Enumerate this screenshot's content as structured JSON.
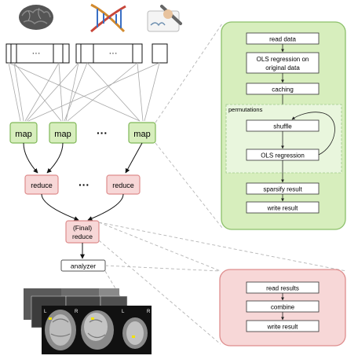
{
  "left": {
    "block_dots_1": "···",
    "block_dots_2": "···",
    "map_label": "map",
    "map_dots": "···",
    "reduce_label": "reduce",
    "reduce_dots": "···",
    "final_reduce_line1": "(Final)",
    "final_reduce_line2": "reduce",
    "analyzer_label": "analyzer"
  },
  "map_panel": {
    "read_data": "read data",
    "ols_line1": "OLS regression on",
    "ols_line2": "original data",
    "caching": "caching",
    "permutations_title": "permutations",
    "shuffle": "shuffle",
    "ols_regression": "OLS regression",
    "sparsify": "sparsify result",
    "write_result": "write result"
  },
  "reduce_panel": {
    "read_results": "read results",
    "combine": "combine",
    "write_result": "write result"
  },
  "mri": {
    "label_L": "L",
    "label_R": "R"
  },
  "colors": {
    "green_fill": "#d7eebd",
    "green_stroke": "#7fb758",
    "red_fill": "#f7d7d7",
    "red_stroke": "#de8d8d",
    "line_gray": "#bdbdbd"
  }
}
